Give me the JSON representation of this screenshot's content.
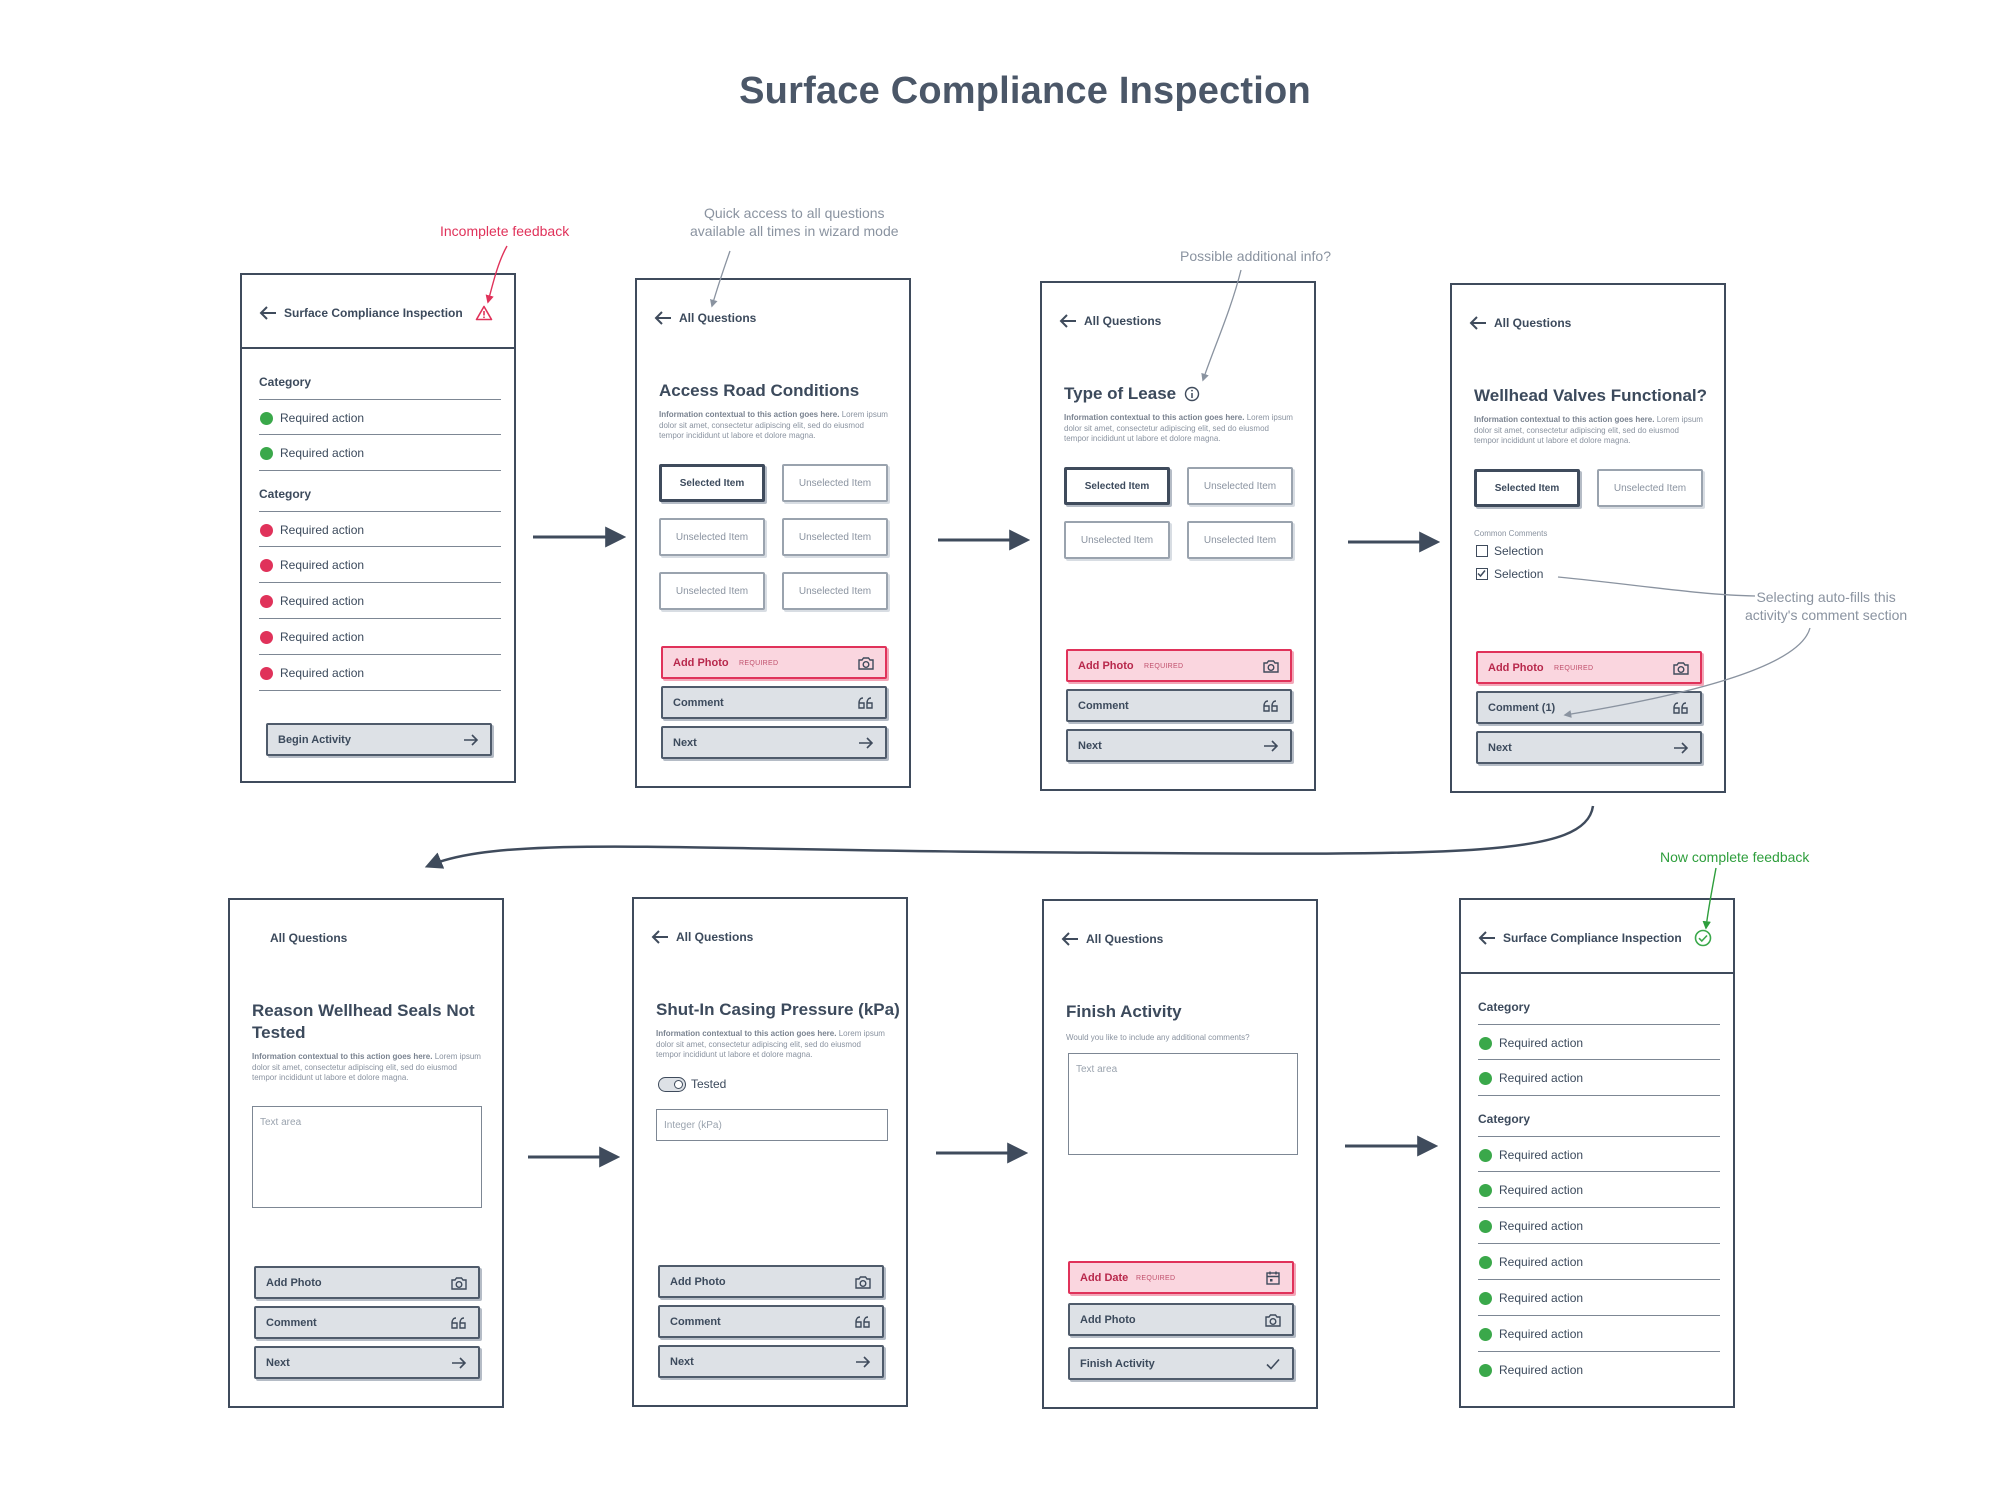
{
  "title": "Surface Compliance Inspection",
  "notes": {
    "incomplete": "Incomplete feedback",
    "quick_access": "Quick access to all questions\navailable all times in wizard mode",
    "additional_info": "Possible additional info?",
    "autofill": "Selecting auto-fills this\nactivity's comment section",
    "complete": "Now complete feedback"
  },
  "common": {
    "all_questions": "All Questions",
    "category": "Category",
    "required_action": "Required action",
    "selected_item": "Selected Item",
    "unselected_item": "Unselected Item",
    "add_photo": "Add Photo",
    "add_date": "Add Date",
    "required_tag": "REQUIRED",
    "comment": "Comment",
    "comment_count": "Comment (1)",
    "next": "Next",
    "text_area": "Text area",
    "lorem_bold": "Information contextual to this action goes here.",
    "lorem": "Lorem ipsum dolor sit amet, consectetur adipiscing elit, sed do eiusmod tempor incididunt ut labore et dolore magna."
  },
  "screen1": {
    "header": "Surface Compliance Inspection",
    "begin": "Begin Activity"
  },
  "screen2": {
    "question": "Access Road Conditions"
  },
  "screen3": {
    "question": "Type of Lease"
  },
  "screen4": {
    "question": "Wellhead Valves Functional?",
    "common_comments": "Common Comments",
    "selection": "Selection"
  },
  "screen5": {
    "question": "Reason Wellhead Seals Not Tested"
  },
  "screen6": {
    "question": "Shut-In Casing Pressure (kPa)",
    "toggle_label": "Tested",
    "integer_placeholder": "Integer (kPa)"
  },
  "screen7": {
    "question": "Finish Activity",
    "prompt": "Would you like to include any additional comments?",
    "finish": "Finish Activity"
  },
  "screen8": {
    "header": "Surface Compliance Inspection"
  },
  "colors": {
    "ink": "#3f4b5c",
    "required_red": "#e0325a",
    "complete_green": "#3aa84a",
    "required_fill": "#fad6df",
    "button_fill": "#dde1e6"
  }
}
